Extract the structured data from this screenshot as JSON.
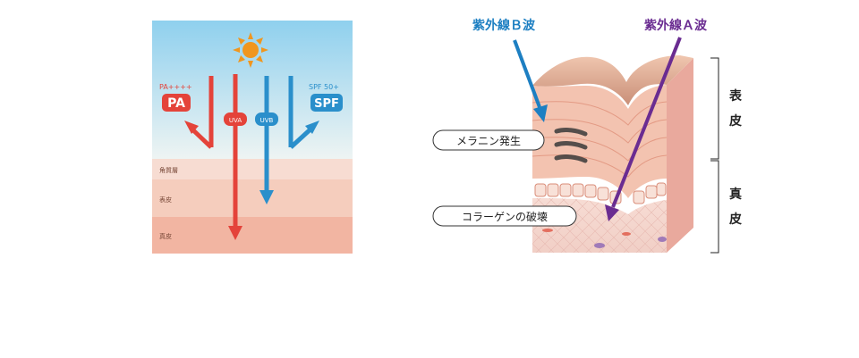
{
  "left_diagram": {
    "pa_rating": "PA++++",
    "pa_label": "PA",
    "spf_rating": "SPF 50+",
    "spf_label": "SPF",
    "uva_label": "UVA",
    "uvb_label": "UVB",
    "layers": [
      {
        "label": "角質層",
        "color": "#f7dcd2"
      },
      {
        "label": "表皮",
        "color": "#f5cdbd"
      },
      {
        "label": "真皮",
        "color": "#f2b5a2"
      }
    ],
    "colors": {
      "sky_top": "#8fd0ee",
      "sky_bottom": "#e8f2f3",
      "uva": "#e4433a",
      "uvb": "#2a8fcb",
      "sun": "#f0961e"
    }
  },
  "right_diagram": {
    "uvb_title": "紫外線Ｂ波",
    "uva_title": "紫外線Ａ波",
    "melanin_label": "メラニン発生",
    "collagen_label": "コラーゲンの破壊",
    "epidermis_label": [
      "表",
      "皮"
    ],
    "dermis_label": [
      "真",
      "皮"
    ],
    "colors": {
      "uvb": "#1d7fc2",
      "uva": "#6a2c91"
    }
  }
}
